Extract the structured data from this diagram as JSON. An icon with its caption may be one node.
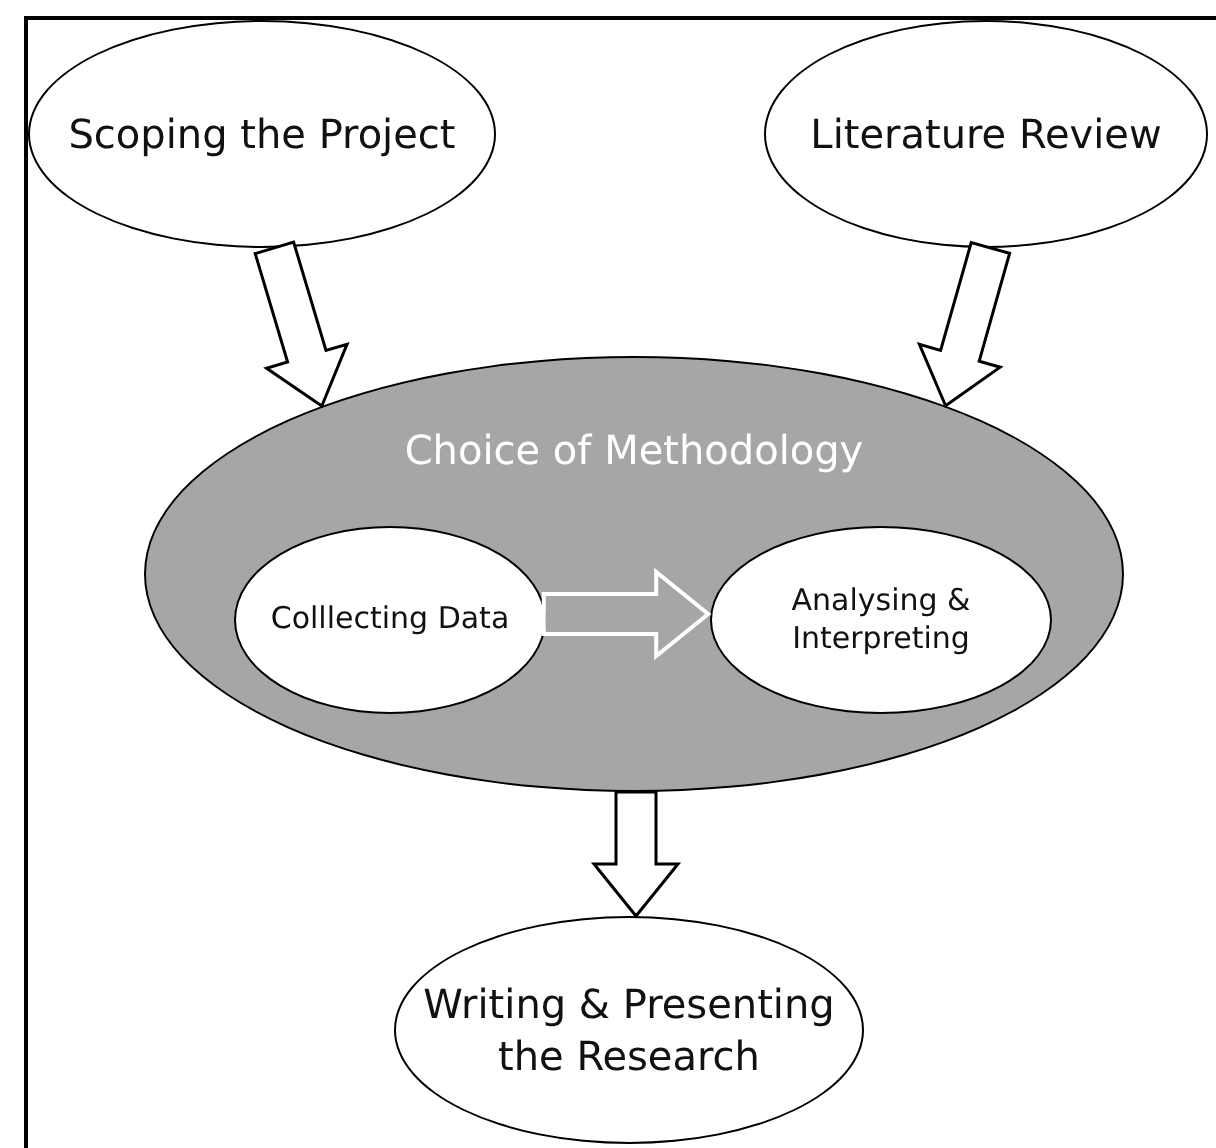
{
  "diagram": {
    "nodes": [
      {
        "text": [
          "Scoping the Project"
        ]
      },
      {
        "text": [
          "Literature Review"
        ]
      },
      {
        "text": [
          "Choice of Methodology"
        ]
      },
      {
        "text": [
          "Colllecting Data"
        ],
        "in": 2
      },
      {
        "text": [
          "Analysing & Interpreting"
        ],
        "in": 2
      },
      {
        "text": [
          "Writing & Presenting the Research"
        ]
      }
    ],
    "edges": [
      {
        "from": 0,
        "to": 2,
        "arrow": "to"
      },
      {
        "from": 1,
        "to": 2,
        "arrow": "to"
      },
      {
        "from": 3,
        "to": 4,
        "arrow": "to",
        "color": "#ffffff"
      },
      {
        "from": 2,
        "to": 5,
        "arrow": "to"
      }
    ]
  }
}
